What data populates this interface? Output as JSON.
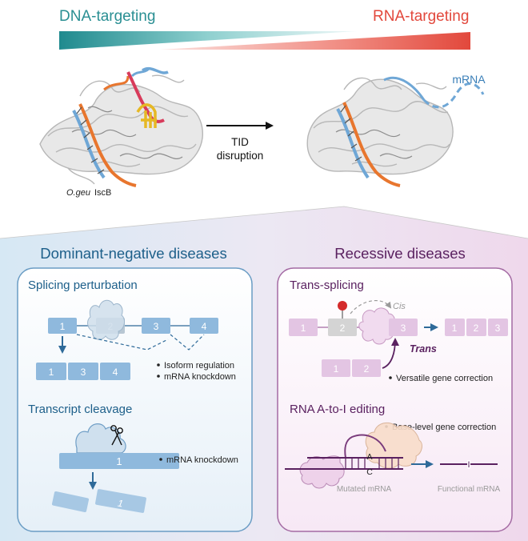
{
  "header": {
    "dna_targeting": "DNA-targeting",
    "rna_targeting": "RNA-targeting",
    "dna_color": "#2a8f93",
    "rna_color": "#e2483c"
  },
  "structures": {
    "left_label_species": "O.geu",
    "left_label_protein": "IscB",
    "arrow_line1": "TID",
    "arrow_line2": "disruption",
    "mrna_label": "mRNA"
  },
  "dominant": {
    "title": "Dominant-negative diseases",
    "splicing": {
      "title": "Splicing perturbation",
      "exons_top": [
        "1",
        "2",
        "3",
        "4"
      ],
      "exons_bottom": [
        "1",
        "3",
        "4"
      ],
      "bullets": [
        "Isoform regulation",
        "mRNA knockdown"
      ]
    },
    "cleavage": {
      "title": "Transcript cleavage",
      "exon": "1",
      "fragment": "1",
      "bullets": [
        "mRNA knockdown"
      ]
    }
  },
  "recessive": {
    "title": "Recessive diseases",
    "trans_splicing": {
      "title": "Trans-splicing",
      "exons_top": [
        "1",
        "2",
        "3"
      ],
      "exons_trans": [
        "1",
        "2"
      ],
      "exons_result": [
        "1",
        "2",
        "3"
      ],
      "cis_label": "Cis",
      "trans_label": "Trans",
      "bullets": [
        "Versatile gene correction"
      ]
    },
    "editing": {
      "title": "RNA A-to-I editing",
      "bullets": [
        "Base-level gene correction"
      ],
      "base_a": "A",
      "base_c": "C",
      "base_i": "I",
      "mutated_label": "Mutated mRNA",
      "functional_label": "Functional mRNA"
    }
  },
  "colors": {
    "blue_panel_title": "#1d5f8a",
    "purple_panel_title": "#5a2160",
    "exon_blue": "#8fb9dd",
    "exon_pink": "#e3c5e3"
  }
}
